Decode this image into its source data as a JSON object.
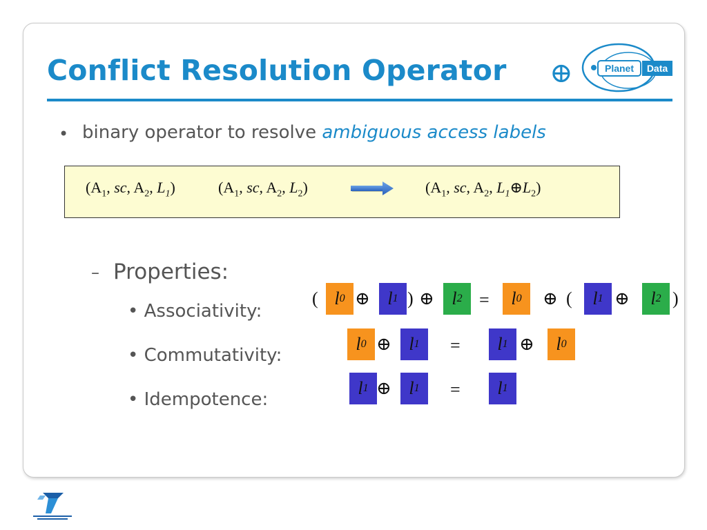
{
  "slide": {
    "title": "Conflict Resolution Operator",
    "title_operator": "⊕",
    "logo_text_left": "Planet",
    "logo_text_right": "Data"
  },
  "bullet": {
    "text": "binary operator to resolve ",
    "highlight": "ambiguous access labels"
  },
  "formula": {
    "lhs1": [
      "(A",
      "1",
      ", ",
      "sc",
      ", A",
      "2",
      ", ",
      "L",
      "1",
      ")"
    ],
    "lhs2": [
      "(A",
      "1",
      ", ",
      "sc",
      ", A",
      "2",
      ", ",
      "L",
      "2",
      ")"
    ],
    "rhs": [
      "(A",
      "1",
      ", ",
      "sc",
      ", A",
      "2",
      ", ",
      "L",
      "1",
      "⊕",
      "L",
      "2",
      ")"
    ]
  },
  "properties": {
    "heading": "Properties:",
    "dash": "–",
    "items": [
      "Associativity:",
      "Commutativity:",
      "Idempotence:"
    ]
  },
  "symbols": {
    "oplus": "⊕",
    "equals": "=",
    "open_paren": "(",
    "close_paren": ")",
    "label_base": "l",
    "idx0": "0",
    "idx1": "1",
    "idx2": "2"
  },
  "colors": {
    "accent": "#1b8ac9",
    "label_0": "#f7931e",
    "label_1": "#3f37c9",
    "label_2": "#2bad4a",
    "formula_box": "#fdfcd2"
  },
  "icons": {
    "logo": "planet-data-logo",
    "arrow": "right-arrow-icon",
    "footer_logo": "seventh-framework-programme-logo"
  }
}
